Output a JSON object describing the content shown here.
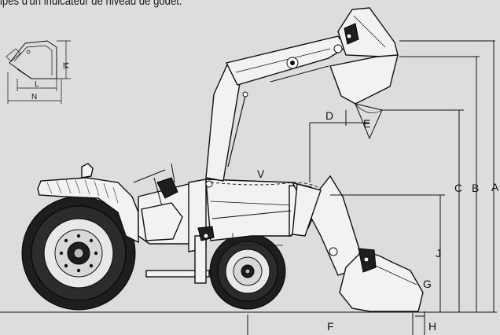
{
  "caption": "ipés d'un indicateur de niveau de godet.",
  "dimension_labels": {
    "a": "A",
    "b": "B",
    "c": "C",
    "d": "D",
    "e": "E",
    "f": "F",
    "g": "G",
    "h": "H",
    "j": "J",
    "v": "V"
  },
  "inset_labels": {
    "l": "L",
    "m": "M",
    "n": "N"
  }
}
